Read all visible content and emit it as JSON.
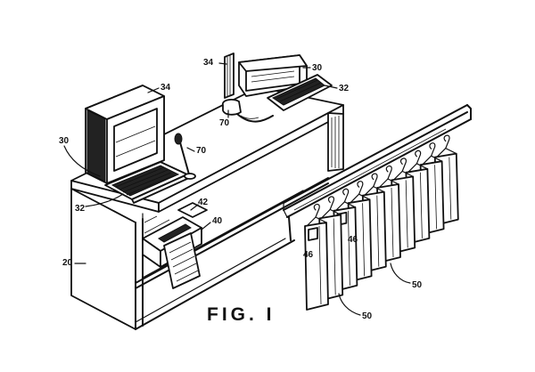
{
  "figure": {
    "caption": "FIG. I",
    "labels": {
      "monitor_remote": "34",
      "keyboard_remote": "30",
      "keyboard_remote_tray": "32",
      "phone": "70",
      "monitor_main": "34",
      "microphone": "70",
      "keyboard_main": "30",
      "keyboard_main_tray": "32",
      "printer_top": "42",
      "printer": "40",
      "counter": "20",
      "garment_left": "46",
      "garment_mid": "46",
      "garments_right": "50",
      "garments_bottom": "50"
    }
  }
}
